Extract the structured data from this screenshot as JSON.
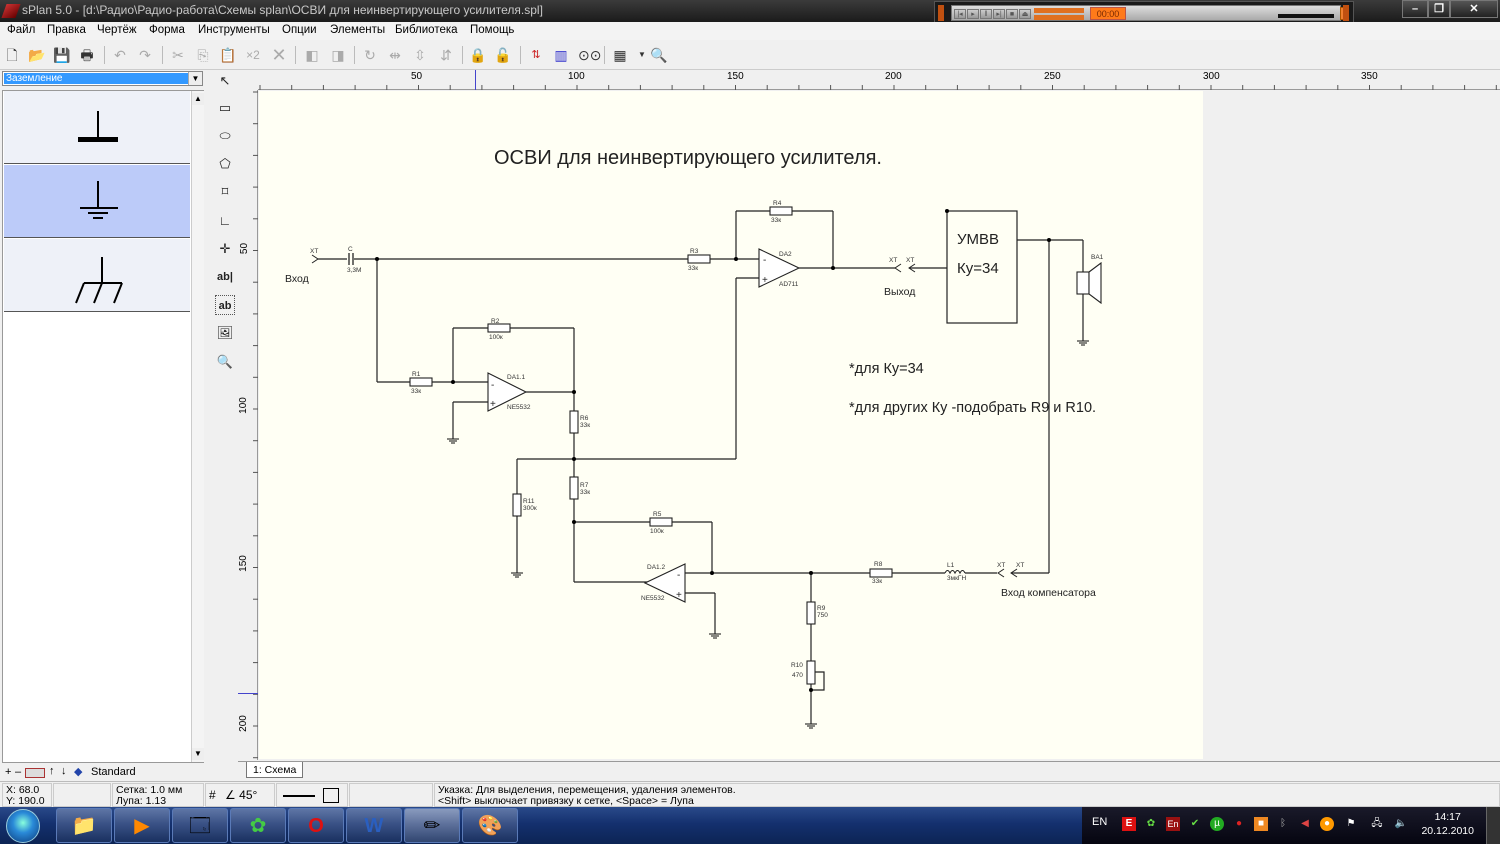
{
  "window": {
    "title": "sPlan 5.0 - [d:\\Радио\\Радио-работа\\Схемы splan\\ОСВИ для неинвертирующего усилителя.spl]"
  },
  "player": {
    "time": "00:00"
  },
  "menu": [
    "Файл",
    "Правка",
    "Чертёж",
    "Форма",
    "Инструменты",
    "Опции",
    "Элементы",
    "Библиотека",
    "Помощь"
  ],
  "library": {
    "selected": "Заземление",
    "footer_label": "Standard"
  },
  "ruler": {
    "top_labels": [
      "50",
      "100",
      "150",
      "200",
      "250",
      "300",
      "350"
    ],
    "left_labels": [
      "50",
      "100",
      "150",
      "200"
    ]
  },
  "schematic": {
    "title": "ОСВИ для неинвертирующего усилителя.",
    "labels": {
      "input": "Вход",
      "output": "Выход",
      "comp_input": "Вход компенсатора",
      "amp_name": "УМВВ",
      "amp_gain": "Ку=34",
      "note1": "*для Ку=34",
      "note2": "*для других Ку -подобрать R9 и R10.",
      "xt": "XT"
    },
    "components": {
      "C": {
        "ref": "C",
        "value": "3,3M"
      },
      "R1": {
        "ref": "R1",
        "value": "33к"
      },
      "R2": {
        "ref": "R2",
        "value": "100к"
      },
      "R3": {
        "ref": "R3",
        "value": "33к"
      },
      "R4": {
        "ref": "R4",
        "value": "33к"
      },
      "R5": {
        "ref": "R5",
        "value": "100к"
      },
      "R6": {
        "ref": "R6",
        "value": "33к"
      },
      "R7": {
        "ref": "R7",
        "value": "33к"
      },
      "R8": {
        "ref": "R8",
        "value": "33к"
      },
      "R9": {
        "ref": "R9",
        "value": "750"
      },
      "R10": {
        "ref": "R10",
        "value": "470"
      },
      "R11": {
        "ref": "R11",
        "value": "300к"
      },
      "L1": {
        "ref": "L1",
        "value": "3мкГН"
      },
      "DA1_1": {
        "ref": "DA1.1",
        "value": "NE5532"
      },
      "DA1_2": {
        "ref": "DA1.2",
        "value": "NE5532"
      },
      "DA2": {
        "ref": "DA2",
        "value": "AD711"
      },
      "BA1": {
        "ref": "BA1"
      }
    }
  },
  "tabs": [
    {
      "label": "1: Схема"
    }
  ],
  "status": {
    "x": "X: 68.0",
    "y": "Y: 190.0",
    "grid": "Сетка: 1.0 мм",
    "zoom": "Лупа:  1.13",
    "angle": "45°",
    "hint1": "Указка: Для выделения, перемещения, удаления элементов.",
    "hint2": "<Shift> выключает привязку к сетке, <Space> = Лупа"
  },
  "tray": {
    "lang": "EN",
    "time": "14:17",
    "date": "20.12.2010"
  }
}
